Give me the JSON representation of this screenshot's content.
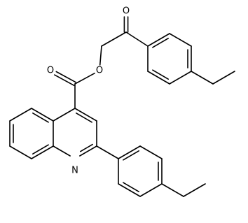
{
  "molecule": {
    "atom_labels": [
      {
        "id": "O_ketone",
        "text": "O"
      },
      {
        "id": "O_ester_ether",
        "text": "O"
      },
      {
        "id": "O_ester_carbonyl",
        "text": "O"
      },
      {
        "id": "N_quinoline",
        "text": "N"
      }
    ],
    "colors": {
      "bond": "#000000",
      "label": "#000000",
      "background": "#ffffff"
    }
  }
}
